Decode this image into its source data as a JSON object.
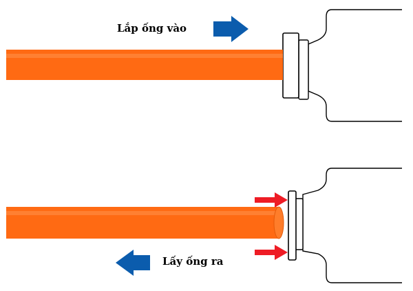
{
  "panels": {
    "insert": {
      "caption": "Lắp ống vào",
      "arrow_direction": "right"
    },
    "remove": {
      "caption": "Lấy ống ra",
      "arrow_direction": "left",
      "push_arrows": 2
    }
  },
  "colors": {
    "tube": "#ff6a13",
    "tube_highlight": "#ff8a40",
    "direction_arrow": "#0b5cad",
    "push_arrow": "#ee1c25",
    "outline": "#000000"
  }
}
